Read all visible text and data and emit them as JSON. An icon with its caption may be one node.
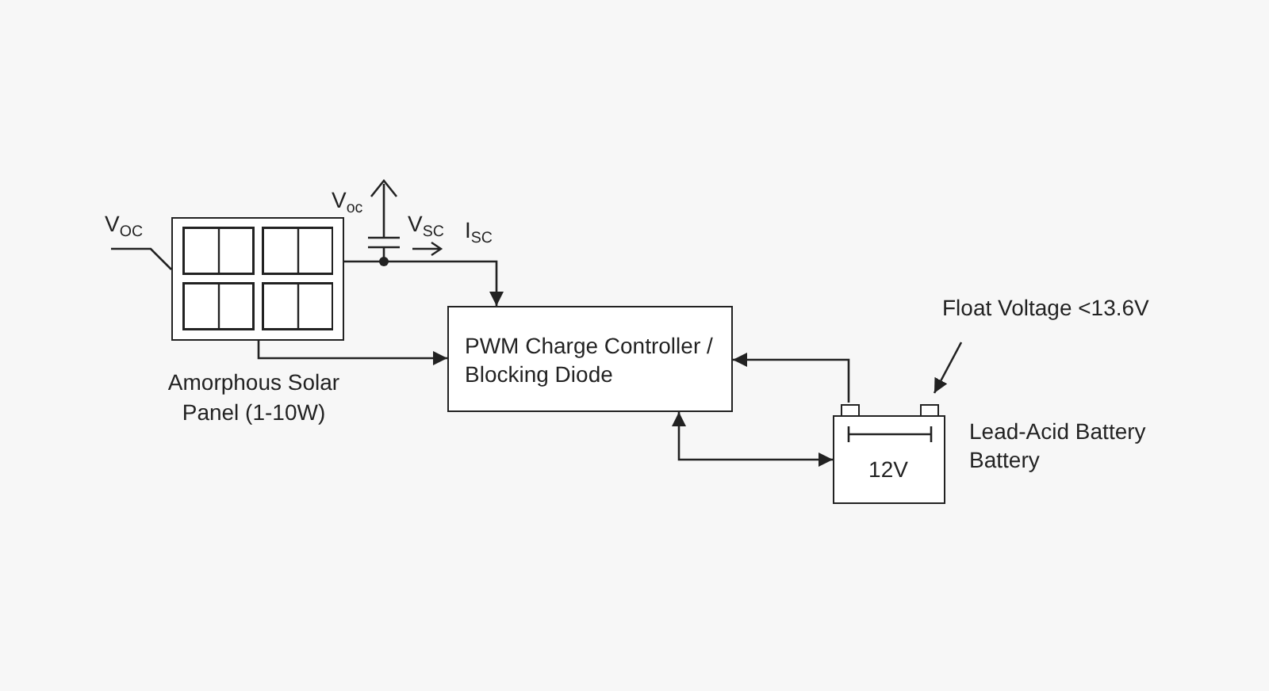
{
  "diagram": {
    "nodes": [
      {
        "text": [
          "Amorphous Solar Panel (1-10W)"
        ]
      },
      {
        "text": [
          "PWM Charge Controller / Blocking Diode"
        ]
      },
      {
        "text": [
          "12V"
        ],
        "beside": [
          "Lead-Acid Battery Battery"
        ]
      },
      {
        "text": [
          "Float Voltage <13.6V"
        ]
      },
      {
        "text": [
          "V$_{OC}$"
        ]
      }
    ],
    "edges": [
      {
        "from": 0,
        "to": 1,
        "arrow": "to"
      },
      {
        "from": 0,
        "to": 1,
        "arrow": "to"
      },
      {
        "from": 2,
        "to": 1,
        "arrow": "to"
      },
      {
        "from": 1,
        "to": 2,
        "arrow": "both"
      },
      {
        "from": 3,
        "to": 2,
        "arrow": "to"
      },
      {
        "from": 4,
        "to": 0,
        "arrow": "none"
      }
    ],
    "labels": [
      "V$_{oc}$",
      "V$_{SC}$",
      "I$_{SC}$"
    ]
  }
}
